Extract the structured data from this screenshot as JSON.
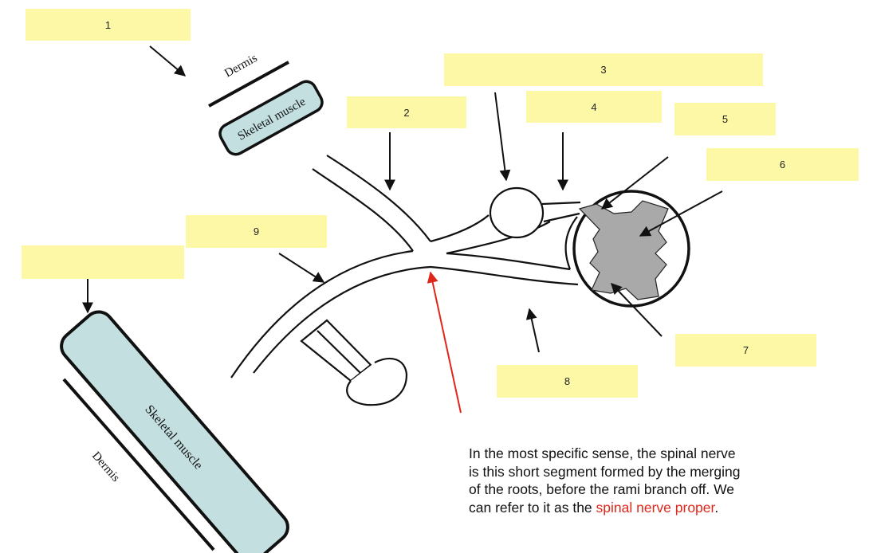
{
  "labels": {
    "l1": "1",
    "l2": "2",
    "l3": "3",
    "l4": "4",
    "l5": "5",
    "l6": "6",
    "l7": "7",
    "l8": "8",
    "l9": "9",
    "l10": ""
  },
  "tissues": {
    "upper_dermis": "Dermis",
    "upper_muscle": "Skeletal muscle",
    "lower_dermis": "Dermis",
    "lower_muscle": "Skeletal muscle"
  },
  "caption": {
    "line1": "In the most specific sense, the spinal nerve",
    "line2": "is this short segment formed by the merging",
    "line3": "of the roots, before the rami branch off.  We",
    "line4_before": "can refer to it as the ",
    "line4_highlight": "spinal nerve proper",
    "line4_after": "."
  },
  "colors": {
    "label_fill": "#fdf8a6",
    "muscle_fill": "#c3dfe0",
    "gray_matter": "#a9a9a9",
    "highlight_arrow": "#e0261b",
    "highlight_text": "#e0261b"
  }
}
